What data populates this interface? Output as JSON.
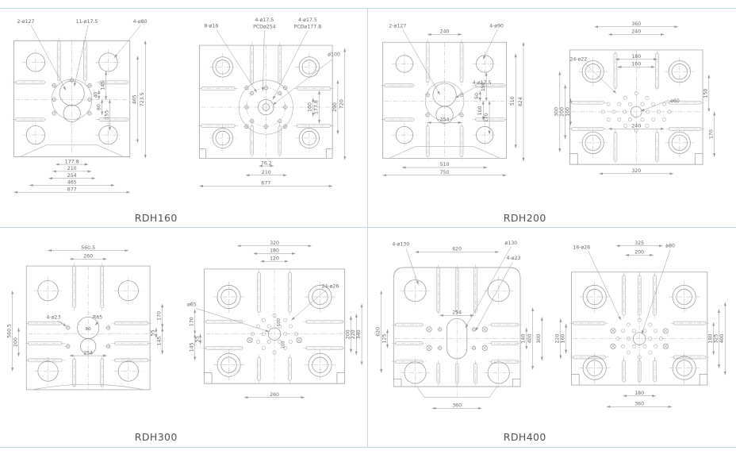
{
  "page": {
    "background": "#ffffff",
    "divider_blue": "#b9dce3",
    "divider_gray": "#ccd4d7",
    "line_color": "#8f9396",
    "text_color": "#63666a"
  },
  "panels": [
    {
      "model": "RDH160",
      "views": [
        {
          "callouts": [
            "2-ø127",
            "11-ø17.5",
            "4-ø80"
          ],
          "dims_right": [
            "40",
            "145",
            "80",
            "155",
            "465",
            "723.5"
          ],
          "dims_bottom": [
            "177.8",
            "210",
            "254",
            "465",
            "677"
          ]
        },
        {
          "callouts": [
            "8-ø16",
            "4-ø17.5",
            "PCDø254",
            "4-ø17.5",
            "PCDø177.8",
            "ø100"
          ],
          "dims_right": [
            "100",
            "177.8",
            "290",
            "720"
          ],
          "dims_bottom": [
            "76.2",
            "210",
            "677"
          ]
        }
      ]
    },
    {
      "model": "RDH200",
      "views": [
        {
          "callouts": [
            "2-ø127",
            "4-ø90",
            "4-ø17.5"
          ],
          "dims_top": [
            "240"
          ],
          "dims_right": [
            "50",
            "150",
            "100",
            "170",
            "510",
            "824"
          ],
          "dims_bottom": [
            "254",
            "510",
            "750"
          ]
        },
        {
          "callouts": [
            "24-ø22",
            "ø60"
          ],
          "dims_top": [
            "360",
            "240",
            "180",
            "160"
          ],
          "dims_left": [
            "300",
            "200",
            "100"
          ],
          "dims_right": [
            "150",
            "170"
          ],
          "dims_bottom": [
            "240",
            "320"
          ]
        }
      ]
    },
    {
      "model": "RDH300",
      "views": [
        {
          "callouts": [
            "4-ø23",
            "R65"
          ],
          "dims_top": [
            "560.5",
            "260"
          ],
          "dims_left": [
            "560.5",
            "200"
          ],
          "dims_right": [
            "170",
            "55",
            "145"
          ],
          "dims_center": [
            "80"
          ],
          "dims_bottom": [
            "254"
          ]
        },
        {
          "callouts": [
            "24-ø26",
            "ø65"
          ],
          "dims_top": [
            "320",
            "180",
            "120"
          ],
          "dims_left": [
            "170",
            "55",
            "145"
          ],
          "dims_right": [
            "200",
            "220",
            "340"
          ],
          "dims_center": [
            "100",
            "100"
          ],
          "dims_bottom": [
            "260"
          ]
        }
      ]
    },
    {
      "model": "RDH400",
      "views": [
        {
          "callouts": [
            "4-ø130",
            "ø130",
            "4-ø23"
          ],
          "dims_top": [
            "620"
          ],
          "dims_left": [
            "620",
            "125"
          ],
          "dims_right": [
            "140",
            "400",
            "300"
          ],
          "dims_center": [
            "254"
          ],
          "dims_bottom": [
            "360"
          ]
        },
        {
          "callouts": [
            "16-ø26",
            "ø80"
          ],
          "dims_top": [
            "325",
            "200"
          ],
          "dims_left": [
            "220",
            "160"
          ],
          "dims_right": [
            "180",
            "325",
            "400"
          ],
          "dims_bottom": [
            "180",
            "360"
          ]
        }
      ]
    }
  ]
}
